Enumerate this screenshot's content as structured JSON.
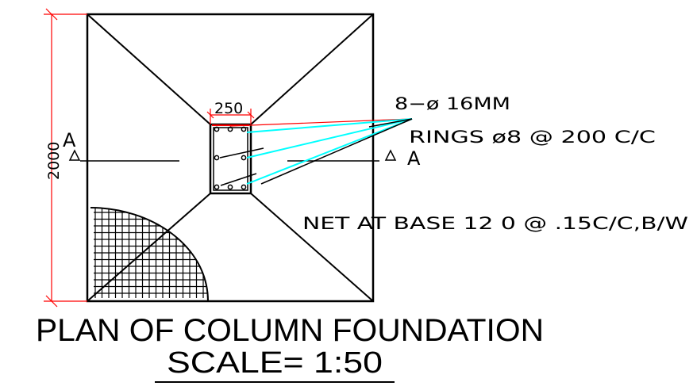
{
  "drawing": {
    "title": "PLAN OF COLUMN FOUNDATION",
    "scale": "SCALE= 1:50",
    "dimensions": {
      "overall": "2000",
      "column_width": "250"
    },
    "section_marks": {
      "left": "A",
      "right": "A"
    },
    "annotations": {
      "main_bars": "8−ø 16MM",
      "rings": "RINGS ø8 @ 200 C/C",
      "base_net": "NET AT BASE 12 0 @ .15C/C,B/W"
    },
    "colors": {
      "dimension": "#ff0000",
      "leader": "#00ffff",
      "linework": "#000000"
    }
  }
}
